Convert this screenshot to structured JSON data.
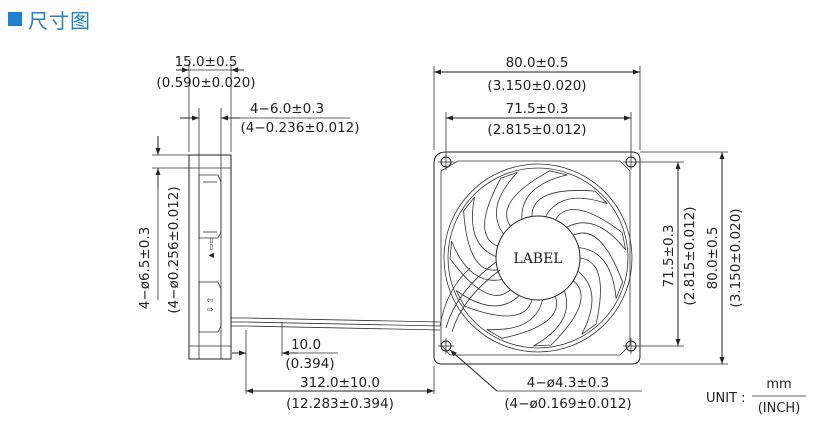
{
  "heading": {
    "title": "尺寸图"
  },
  "side_view": {
    "width_mm": "15.0±0.5",
    "width_in": "(0.590±0.020)",
    "rib_mm": "4−6.0±0.3",
    "rib_in": "(4−0.236±0.012)",
    "hole_mm": "4−ø6.5±0.3",
    "hole_in": "(4−ø0.256±0.012)"
  },
  "front_view": {
    "outer_h_mm": "80.0±0.5",
    "outer_h_in": "(3.150±0.020)",
    "pitch_h_mm": "71.5±0.3",
    "pitch_h_in": "(2.815±0.012)",
    "pitch_v_mm": "71.5±0.3",
    "pitch_v_in": "(2.815±0.012)",
    "outer_v_mm": "80.0±0.5",
    "outer_v_in": "(3.150±0.020)",
    "label": "LABEL",
    "mount_hole_mm": "4−ø4.3±0.3",
    "mount_hole_in": "(4−ø0.169±0.012)"
  },
  "wire": {
    "strip_mm": "10.0",
    "strip_in": "(0.394)",
    "length_mm": "312.0±10.0",
    "length_in": "(12.283±0.394)"
  },
  "unit": {
    "prefix": "UNIT :",
    "top": "mm",
    "bottom": "(INCH)"
  }
}
